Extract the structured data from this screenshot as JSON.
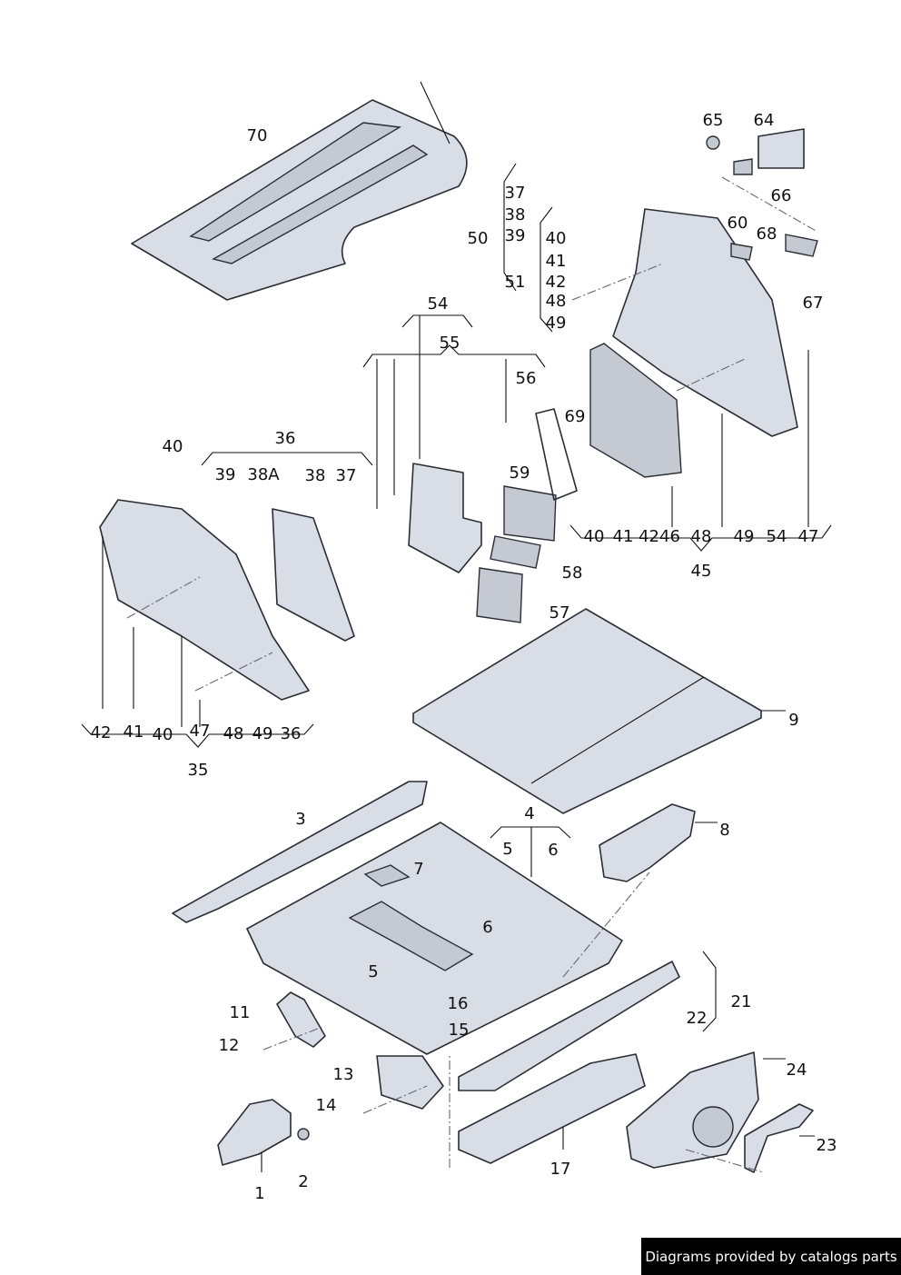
{
  "labels": [
    "70",
    "37",
    "38",
    "39",
    "50",
    "51",
    "40",
    "41",
    "42",
    "48",
    "49",
    "65",
    "64",
    "66",
    "60",
    "68",
    "67",
    "54",
    "55",
    "56",
    "69",
    "59",
    "58",
    "57",
    "40",
    "36",
    "39",
    "38A",
    "38",
    "37",
    "40",
    "41",
    "4246",
    "48",
    "49",
    "54",
    "47",
    "45",
    "42",
    "41",
    "40",
    "47",
    "48",
    "49",
    "36",
    "35",
    "9",
    "3",
    "4",
    "5",
    "6",
    "8",
    "7",
    "6",
    "5",
    "16",
    "15",
    "11",
    "12",
    "21",
    "22",
    "13",
    "14",
    "24",
    "23",
    "17",
    "1",
    "2"
  ],
  "footer": "Diagrams provided by catalogs parts"
}
